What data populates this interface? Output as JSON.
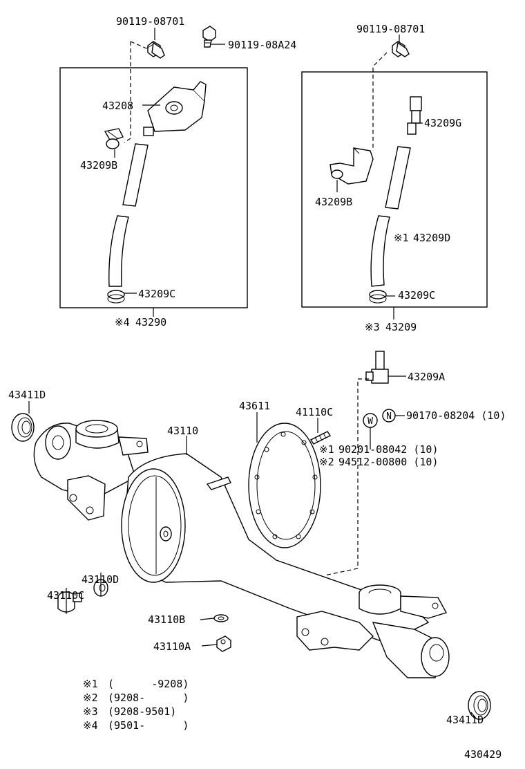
{
  "parts": {
    "bolt_left": "90119-08701",
    "fitting_left": "90119-08A24",
    "bracket_43208": "43208",
    "clip_left": "43209B",
    "clamp_left": "43209C",
    "bolt_right": "90119-08701",
    "fitting_right": "43209G",
    "bracket_right": "43209B",
    "hose_right": "43209D",
    "clamp_right": "43209C",
    "union": "43209A",
    "oil_seal_left": "43411D",
    "oil_seal_right": "43411D",
    "housing": "43110",
    "gasket": "43611",
    "stud": "41110C",
    "nut": "90170-08204 (10)",
    "washer_1": "90201-08042 (10)",
    "washer_2": "94512-00800 (10)",
    "plug": "43110C",
    "plug_gasket": "43110D",
    "plug_b": "43110B",
    "plug_a": "43110A"
  },
  "group_labels": {
    "left_mark": "※4",
    "left_number": "43290",
    "right_mark": "※3",
    "right_number": "43209",
    "hose_mark": "※1",
    "washer1_mark": "※1",
    "washer2_mark": "※2"
  },
  "symbols": {
    "nut_symbol": "N",
    "washer_symbol": "W"
  },
  "legend": [
    {
      "mark": "※1",
      "range": "(      -9208)"
    },
    {
      "mark": "※2",
      "range": "(9208-      )"
    },
    {
      "mark": "※3",
      "range": "(9208-9501)"
    },
    {
      "mark": "※4",
      "range": "(9501-      )"
    }
  ],
  "diagram_id": "430429"
}
